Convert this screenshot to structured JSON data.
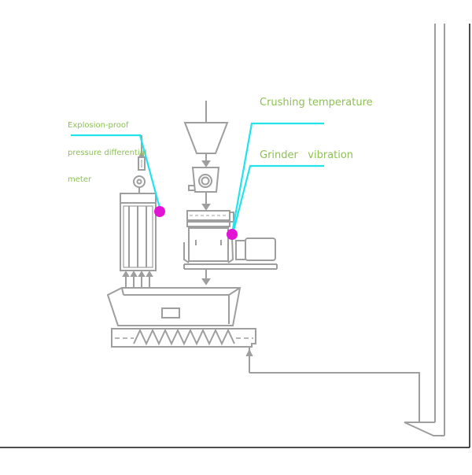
{
  "diagram": {
    "title": "",
    "colors": {
      "equipment": "#9e9e9e",
      "leader_line": "#22e3ea",
      "sensor_dot": "#e313d6",
      "label_text": "#8cc152",
      "frame": "#111111"
    },
    "labels": {
      "pressure_meter": [
        "Explosion-proof",
        "pressure differential",
        "meter"
      ],
      "crushing_temperature": "Crushing temperature",
      "grinder_vibration": "Grinder   vibration"
    },
    "sensors": [
      {
        "id": "pressure-differential",
        "label_ref": "pressure_meter",
        "attached_to": "dust-collector"
      },
      {
        "id": "crushing-temperature",
        "label_ref": "crushing_temperature",
        "attached_to": "grinder"
      },
      {
        "id": "grinder-vibration",
        "label_ref": "grinder_vibration",
        "attached_to": "grinder"
      }
    ],
    "equipment": [
      "feed-hopper",
      "feeder",
      "grinder",
      "motor",
      "dust-collector",
      "fan",
      "discharge-hopper",
      "screw-conveyor",
      "elevator-duct"
    ]
  }
}
